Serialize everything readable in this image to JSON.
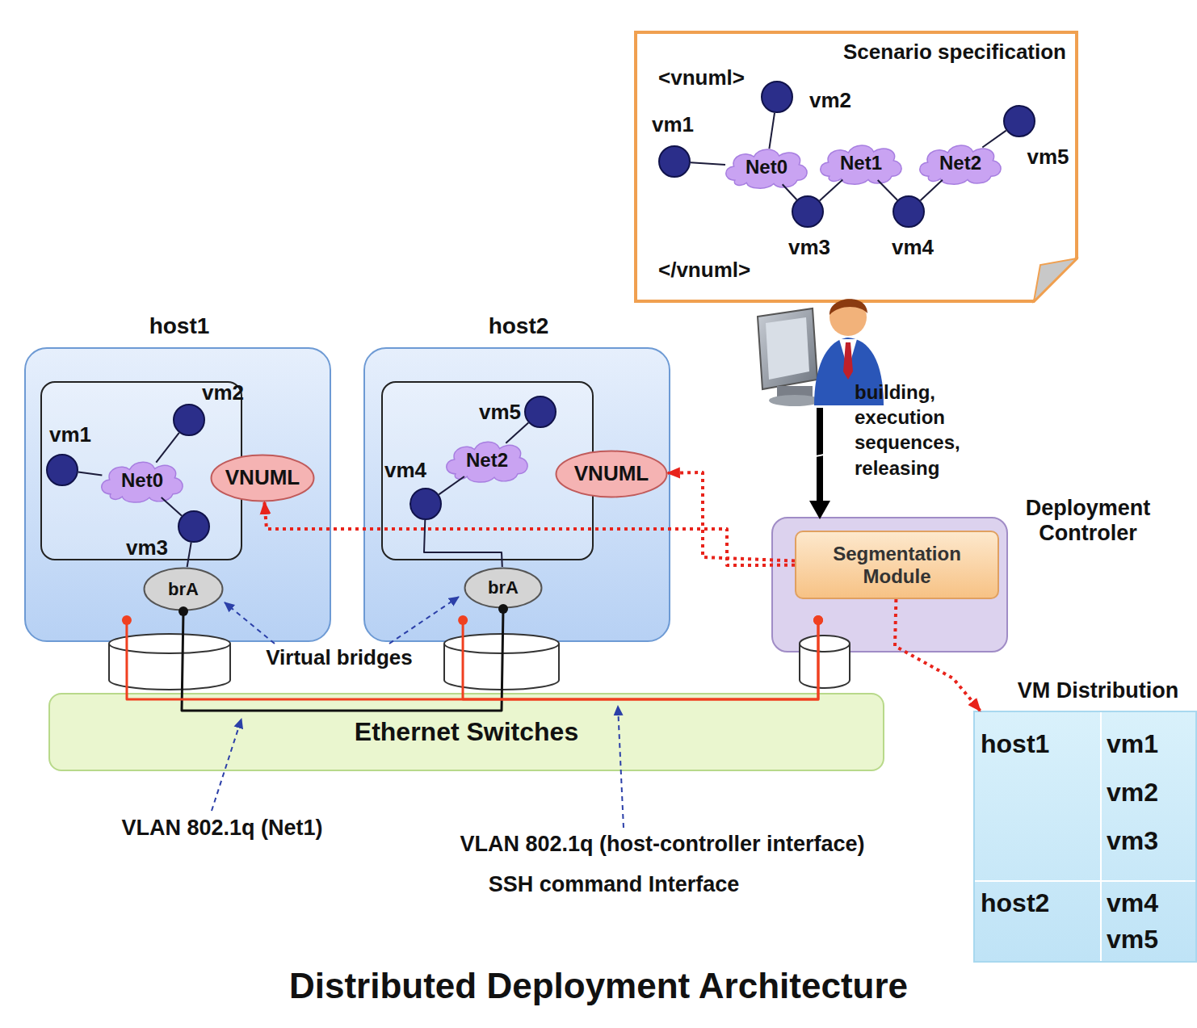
{
  "diagram": {
    "caption": "Distributed Deployment Architecture",
    "nodes": [
      {
        "text": [
          "<vnuml>",
          "Scenario specification",
          "</vnuml>"
        ]
      },
      {
        "text": [
          "vm1"
        ],
        "in": 0
      },
      {
        "text": [
          "vm2"
        ],
        "in": 0
      },
      {
        "text": [
          "Net0"
        ],
        "in": 0
      },
      {
        "text": [
          "Net1"
        ],
        "in": 0
      },
      {
        "text": [
          "Net2"
        ],
        "in": 0
      },
      {
        "text": [
          "vm5"
        ],
        "in": 0
      },
      {
        "text": [
          "vm3"
        ],
        "in": 0
      },
      {
        "text": [
          "vm4"
        ],
        "in": 0
      },
      {
        "text": [
          "host1"
        ]
      },
      {
        "text": [
          "vm2"
        ],
        "in": 9
      },
      {
        "text": [
          "vm1"
        ],
        "in": 9
      },
      {
        "text": [
          "Net0"
        ],
        "in": 9
      },
      {
        "text": [
          "VNUML"
        ],
        "in": 9
      },
      {
        "text": [
          "vm3"
        ],
        "in": 9
      },
      {
        "text": [
          "brA"
        ],
        "in": 9
      },
      {
        "text": [
          "host2"
        ]
      },
      {
        "text": [
          "vm5"
        ],
        "in": 16
      },
      {
        "text": [
          "vm4"
        ],
        "in": 16
      },
      {
        "text": [
          "Net2"
        ],
        "in": 16
      },
      {
        "text": [
          "VNUML"
        ],
        "in": 16
      },
      {
        "text": [
          "brA"
        ],
        "in": 16
      },
      {
        "text": [
          "Deployment Controler"
        ]
      },
      {
        "text": [
          "Segmentation Module"
        ],
        "in": 22
      },
      {
        "text": [
          "Ethernet Switches"
        ]
      },
      {
        "text": [
          "VM Distribution"
        ]
      }
    ],
    "edges": [
      {
        "from": 1,
        "to": 3,
        "arrow": "none"
      },
      {
        "from": 2,
        "to": 3,
        "arrow": "none"
      },
      {
        "from": 7,
        "to": 3,
        "arrow": "none"
      },
      {
        "from": 7,
        "to": 4,
        "arrow": "none"
      },
      {
        "from": 8,
        "to": 4,
        "arrow": "none"
      },
      {
        "from": 8,
        "to": 5,
        "arrow": "none"
      },
      {
        "from": 6,
        "to": 5,
        "arrow": "none"
      },
      {
        "from": 11,
        "to": 12,
        "arrow": "none"
      },
      {
        "from": 10,
        "to": 12,
        "arrow": "none"
      },
      {
        "from": 14,
        "to": 12,
        "arrow": "none"
      },
      {
        "from": 14,
        "to": 15,
        "arrow": "none"
      },
      {
        "from": 18,
        "to": 19,
        "arrow": "none"
      },
      {
        "from": 17,
        "to": 19,
        "arrow": "none"
      },
      {
        "from": 18,
        "to": 21,
        "arrow": "none"
      },
      {
        "from": 15,
        "to": 21,
        "arrow": "none"
      },
      {
        "from": 9,
        "to": 22,
        "arrow": "none"
      },
      {
        "from": 16,
        "to": 22,
        "arrow": "none"
      },
      {
        "from": 23,
        "to": 13,
        "arrow": "to"
      },
      {
        "from": 23,
        "to": 20,
        "arrow": "to"
      },
      {
        "from": 23,
        "to": 25,
        "arrow": "to"
      }
    ],
    "labels": [
      "building, execution sequences, releasing",
      "Virtual bridges",
      "VLAN 802.1q (Net1)",
      "VLAN 802.1q (host-controller interface)",
      "SSH command Interface",
      "host1",
      "vm1",
      "vm2",
      "vm3",
      "host2",
      "vm4",
      "vm5"
    ]
  }
}
